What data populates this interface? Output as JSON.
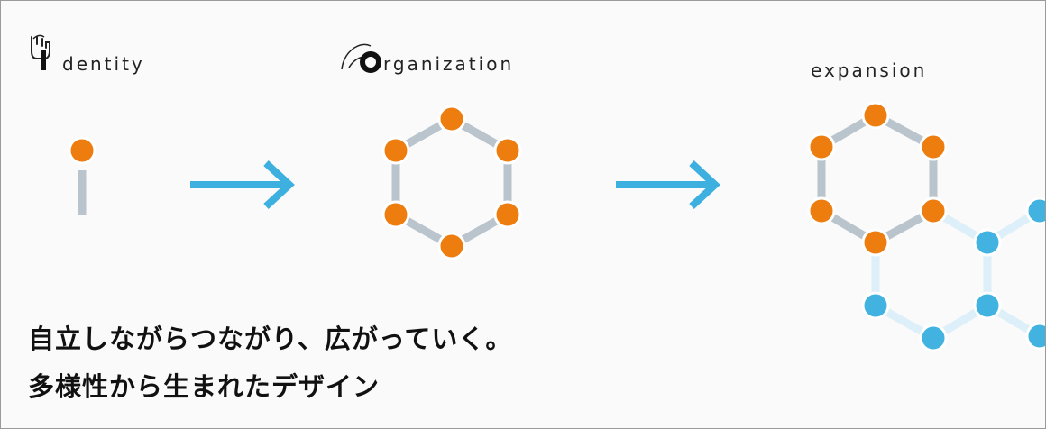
{
  "stages": [
    {
      "label": "dentity",
      "icon": "hand-i-icon"
    },
    {
      "label": "rganization",
      "icon": "hand-o-icon"
    },
    {
      "label": "expansion"
    }
  ],
  "headline": {
    "line1": "自立しながらつながり、広がっていく。",
    "line2": "多様性から生まれたデザイン"
  },
  "colors": {
    "node_primary": "#EE7D0F",
    "node_secondary": "#42B2E0",
    "bond_primary": "#B9C4CC",
    "bond_secondary": "#DDEFF8",
    "arrow": "#3EB0DF",
    "text": "#222222"
  }
}
